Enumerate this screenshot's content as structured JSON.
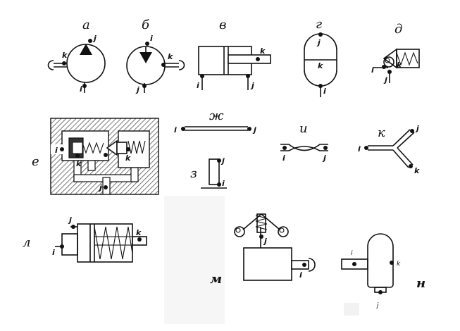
{
  "labels": {
    "a": "а",
    "b": "б",
    "v": "в",
    "g": "г",
    "d": "д",
    "e": "е",
    "zh": "ж",
    "z": "з",
    "i": "и",
    "k": "к",
    "l": "л",
    "m": "м",
    "n": "н"
  },
  "ports": {
    "i": "i",
    "j": "j",
    "k": "k"
  },
  "colors": {
    "ink": "#111111",
    "background": "#ffffff",
    "hatch": "#555555"
  }
}
